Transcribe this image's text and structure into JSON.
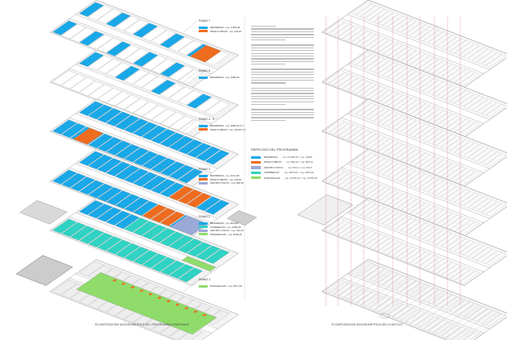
{
  "colors": {
    "residenze": "#19a8e8",
    "spazi_comuni": "#ef6c1f",
    "centro_civico": "#9aa9d8",
    "commercio": "#2fd3c3",
    "parcheggio": "#8fdc6a",
    "slab": "#f3f3f3",
    "outline": "#9a9a9a",
    "vertical_lines": "#e67a7a"
  },
  "floors": [
    {
      "id": "piano7",
      "title": "PIANO 7",
      "legend": [
        {
          "key": "residenze",
          "label": "RESIDENZA - mq. 1.600,00"
        },
        {
          "key": "spazi_comuni",
          "label": "SPAZI COMUNI - mq. 110,00"
        }
      ]
    },
    {
      "id": "piano6",
      "title": "PIANO 6",
      "legend": [
        {
          "key": "residenze",
          "label": "RESIDENZA - mq. 1900,00"
        }
      ]
    },
    {
      "id": "piano45",
      "title": "PIANO 4 - 5",
      "legend": [
        {
          "key": "residenze",
          "label": "RESIDENZA - mq. 3800,00 X 2"
        },
        {
          "key": "spazi_comuni",
          "label": "SPAZI COMUNI - mq. 110,00 X 2"
        }
      ]
    },
    {
      "id": "piano3",
      "title": "PIANO 3",
      "legend": [
        {
          "key": "residenze",
          "label": "RESIDENZA - mq. 4214,00"
        },
        {
          "key": "spazi_comuni",
          "label": "SPAZI COMUNI - mq. 110,00"
        },
        {
          "key": "centro_civico",
          "label": "CENTRO CIVICO - mq. 594,00"
        }
      ]
    },
    {
      "id": "piano2",
      "title": "PIANO 2",
      "legend": [
        {
          "key": "residenze",
          "label": "RESIDENZA - mq. 850,00"
        },
        {
          "key": "commercio",
          "label": "COMMERCIO - mq. 3450,00"
        },
        {
          "key": "centro_civico",
          "label": "CENTRO CIVICO - mq. 721,00"
        },
        {
          "key": "parcheggio",
          "label": "PARCHEGGIO - mq. 2049,00"
        }
      ]
    },
    {
      "id": "piano1",
      "title": "PIANO 1",
      "legend": [
        {
          "key": "parcheggio",
          "label": "PARCHEGGIO - mq. 8417,00"
        }
      ]
    }
  ],
  "riepilogo": {
    "title": "RIEPILOGO DEL PROGRAMMA",
    "rows": [
      {
        "key": "residenze",
        "label": "RESIDENZA",
        "value": "mq. 15.800,00 = mq. 16000"
      },
      {
        "key": "spazi_comuni",
        "label": "SPAZI COMUNI",
        "value": "mq. 880,00 = mq. 880,00"
      },
      {
        "key": "centro_civico",
        "label": "CENTRO CIVICO",
        "value": "mq. 994,0 = mq. 994,0"
      },
      {
        "key": "commercio",
        "label": "COMMERCIO",
        "value": "mq. 3450,00 = mq. 3450,00"
      },
      {
        "key": "parcheggio",
        "label": "PARCHEGGIO",
        "value": "mq. 10466,00 = mq. 10466,00"
      }
    ]
  },
  "captions": {
    "left": "SCOMPOSIZIONE ASSONOMETRICA DEL PROGRAMMA FUNZIONALE",
    "right": "SCOMPOSIZIONE ASSONOMETRICA DELL'EDIFICIO"
  }
}
